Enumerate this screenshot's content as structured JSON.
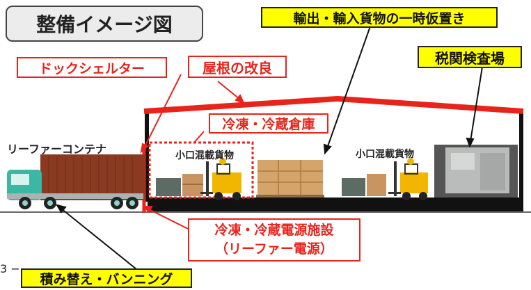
{
  "title": "整備イメージ図",
  "labels": {
    "temporary_storage": "輸出・輸入貨物の一時仮置き",
    "customs": "税関検査場",
    "dock_shelter": "ドックシェルター",
    "roof": "屋根の改良",
    "cold_storage": "冷凍・冷蔵倉庫",
    "reefer_container": "リーファーコンテナ",
    "small_cargo_left": "小口混載貨物",
    "small_cargo_right": "小口混載貨物",
    "power_line1": "冷凍・冷蔵電源施設",
    "power_line2": "（リーファー電源）",
    "vanning": "積み替え・バンニング",
    "page_fragment": "3 −"
  },
  "colors": {
    "red": "#e8231a",
    "yellow": "#ffff00",
    "title_bg": "#ececec",
    "container": "#8b3a22",
    "floor": "#111111"
  }
}
